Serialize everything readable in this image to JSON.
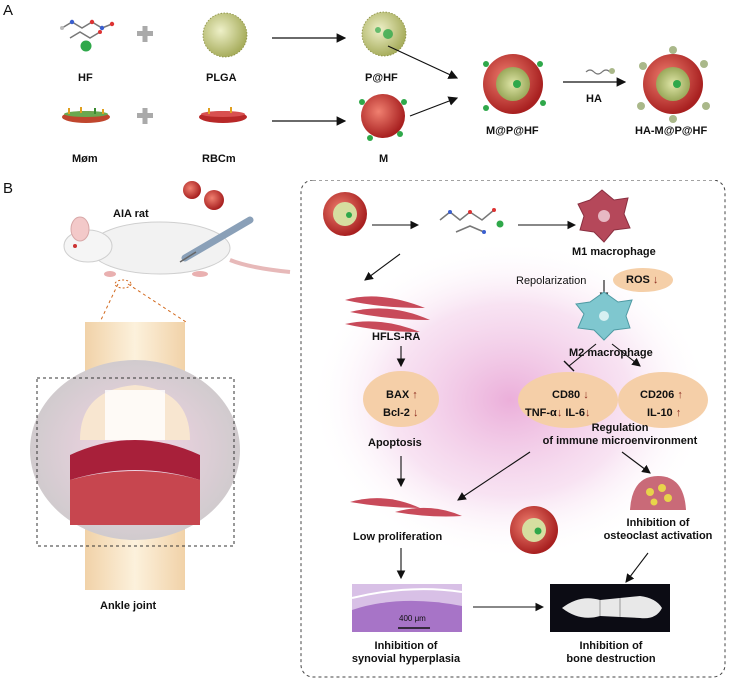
{
  "panels": {
    "a": "A",
    "b": "B"
  },
  "synthesis": {
    "hf": "HF",
    "plga": "PLGA",
    "p_at_hf": "P@HF",
    "mom": "Møm",
    "rbcm": "RBCm",
    "m": "M",
    "m_at_p_at_hf": "M@P@HF",
    "ha": "HA",
    "ha_m_at_p_at_hf": "HA-M@P@HF"
  },
  "animal": {
    "aia_rat": "AIA rat",
    "ankle_joint": "Ankle joint"
  },
  "mechanism": {
    "m1_macrophage": "M1 macrophage",
    "repolarization": "Repolarization",
    "ros": "ROS",
    "m2_macrophage": "M2 macrophage",
    "hfls_ra": "HFLS-RA",
    "bax": "BAX",
    "bcl2": "Bcl-2",
    "apoptosis": "Apoptosis",
    "cd80": "CD80",
    "tnf": "TNF-α",
    "il6": "IL-6",
    "cd206": "CD206",
    "il10": "IL-10",
    "regulation_line1": "Regulation",
    "regulation_line2": "of immune microenvironment",
    "low_proliferation": "Low proliferation",
    "osteoclast_line1": "Inhibition of",
    "osteoclast_line2": "osteoclast activation",
    "scale_bar": "400 μm",
    "synovial_line1": "Inhibition of",
    "synovial_line2": "synovial hyperplasia",
    "bone_line1": "Inhibition of",
    "bone_line2": "bone destruction"
  },
  "colors": {
    "arrow": "#111111",
    "ellipse_fill": "#f5cfa8",
    "up_down_arrow": "#8b2a1e",
    "rbc_red": "#c8302a",
    "plga_green": "#c9cf8a",
    "macrophage_m1": "#b5485a",
    "macrophage_m2": "#7fc7cf",
    "hfls_pink": "#c84a5a",
    "halo_pink": "#f0c5e5"
  },
  "icons": [
    "hf-molecule-icon",
    "plga-sphere-icon",
    "rbc-membrane-icon",
    "macrophage-membrane-icon",
    "nanoparticle-icon",
    "syringe-icon",
    "rat-icon",
    "joint-icon",
    "m1-macrophage-icon",
    "m2-macrophage-icon",
    "fibroblast-icon",
    "osteoclast-icon",
    "histology-image",
    "ct-bone-image"
  ]
}
